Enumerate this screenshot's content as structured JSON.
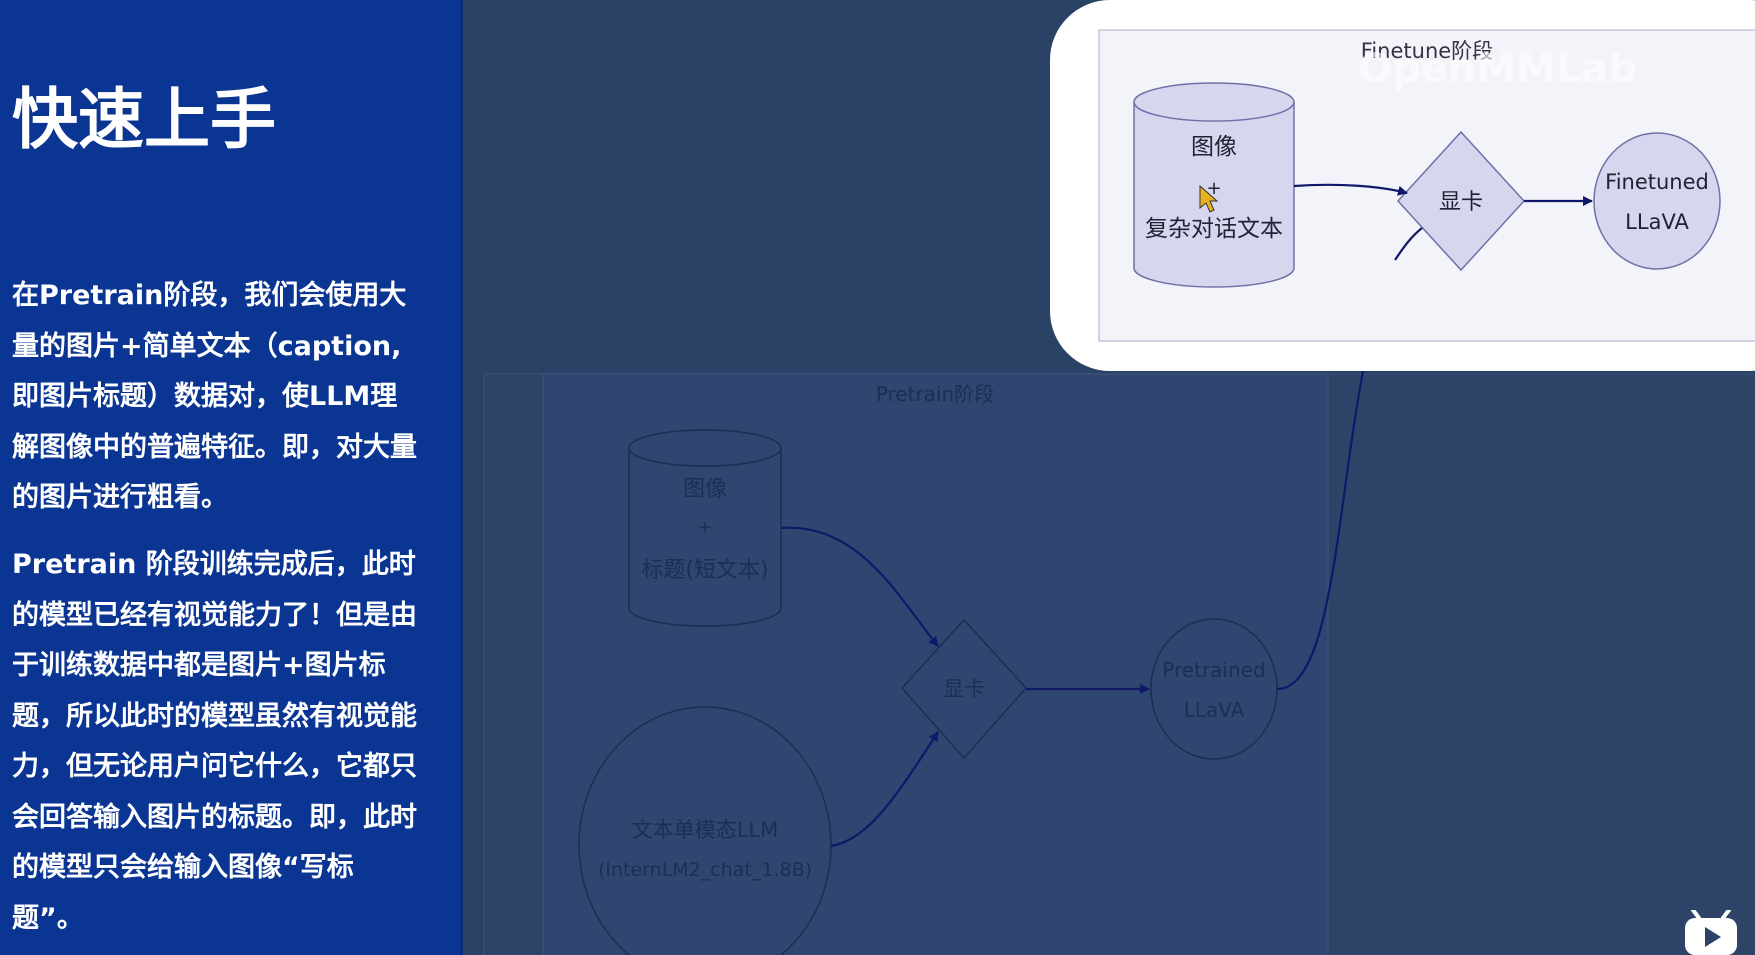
{
  "slide": {
    "title": "快速上手",
    "paragraph_1": "在Pretrain阶段，我们会使用大量的图片+简单文本（caption, 即图片标题）数据对，使LLM理解图像中的普遍特征。即，对大量的图片进行粗看。",
    "paragraph_2": "Pretrain 阶段训练完成后，此时的模型已经有视觉能力了！但是由于训练数据中都是图片+图片标题，所以此时的模型虽然有视觉能力，但无论用户问它什么，它都只会回答输入图片的标题。即，此时的模型只会给输入图像“写标题”。"
  },
  "diagram": {
    "pretrain": {
      "title": "Pretrain阶段",
      "data_line1": "图像",
      "data_plus": "+",
      "data_line2": "标题(短文本)",
      "llm_line1": "文本单模态LLM",
      "llm_line2": "(InternLM2_chat_1.8B)",
      "gpu": "显卡",
      "out_line1": "Pretrained",
      "out_line2": "LLaVA"
    },
    "finetune": {
      "title": "Finetune阶段",
      "data_line1": "图像",
      "data_plus": "+",
      "data_line2": "复杂对话文本",
      "gpu": "显卡",
      "out_line1": "Finetuned",
      "out_line2": "LLaVA"
    },
    "watermark": "OpenMMLab"
  },
  "colors": {
    "left_panel": "#0b3593",
    "background": "#2a4266",
    "node_fill": "#d6d6ef",
    "node_stroke": "#7070a8",
    "edge": "#10186a"
  },
  "icons": {
    "cursor": "cursor-icon",
    "player": "bilibili-player-icon"
  }
}
